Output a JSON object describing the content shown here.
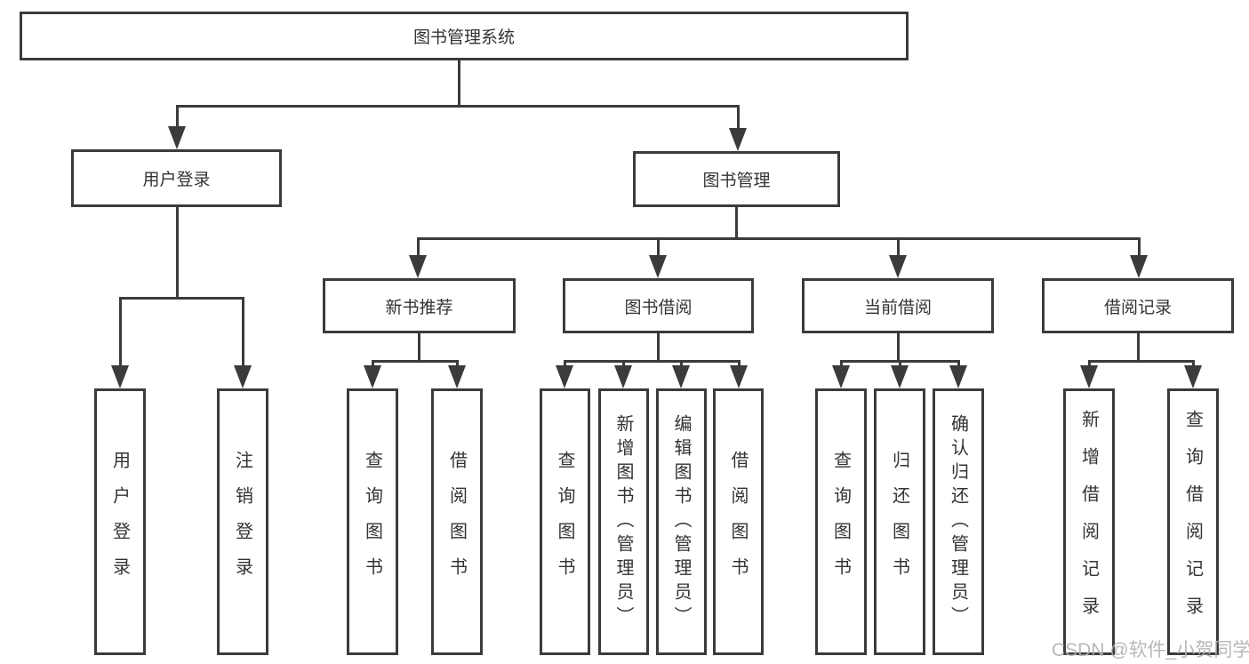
{
  "tree": {
    "label": "图书管理系统",
    "children": [
      {
        "label": "用户登录",
        "children": [
          {
            "label": "用户登录"
          },
          {
            "label": "注销登录"
          }
        ]
      },
      {
        "label": "图书管理",
        "children": [
          {
            "label": "新书推荐",
            "children": [
              {
                "label": "查询图书"
              },
              {
                "label": "借阅图书"
              }
            ]
          },
          {
            "label": "图书借阅",
            "children": [
              {
                "label": "查询图书"
              },
              {
                "label": "新增图书（管理员）"
              },
              {
                "label": "编辑图书（管理员）"
              },
              {
                "label": "借阅图书"
              }
            ]
          },
          {
            "label": "当前借阅",
            "children": [
              {
                "label": "查询图书"
              },
              {
                "label": "归还图书"
              },
              {
                "label": "确认归还（管理员）"
              }
            ]
          },
          {
            "label": "借阅记录",
            "children": [
              {
                "label": "新增借阅记录"
              },
              {
                "label": "查询借阅记录"
              }
            ]
          }
        ]
      }
    ]
  },
  "watermark": "CSDN @软件_小贺同学",
  "colors": {
    "line": "#3b3b3b",
    "box_border": "#3b3b3b",
    "box_background": "#ffffff",
    "text": "#333333",
    "watermark": "#b2b2b2",
    "background": "#ffffff"
  }
}
